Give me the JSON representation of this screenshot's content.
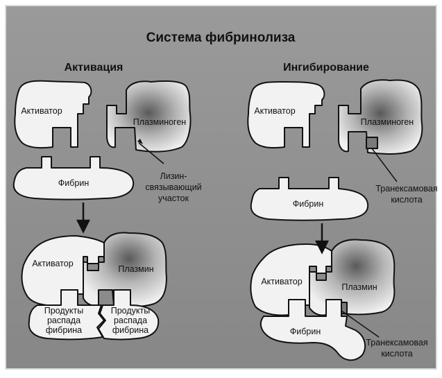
{
  "title": "Система фибринолиза",
  "activation": {
    "heading": "Активация",
    "activator": "Активатор",
    "plasminogen": "Плазминоген",
    "fibrin": "Фибрин",
    "lysine_site": [
      "Лизин-",
      "связывающий",
      "участок"
    ],
    "plasmin": "Плазмин",
    "products_left": [
      "Продукты",
      "распада",
      "фибрина"
    ],
    "products_right": [
      "Продукты",
      "распада",
      "фибрина"
    ]
  },
  "inhibition": {
    "heading": "Ингибирование",
    "activator": "Активатор",
    "plasminogen": "Плазминоген",
    "fibrin": "Фибрин",
    "tranexamic_top": [
      "Транексамовая",
      "кислота"
    ],
    "activator_bottom": "Активатор",
    "plasmin": "Плазмин",
    "fibrin_bottom": "Фибрин",
    "tranexamic_bottom": [
      "Транексамовая",
      "кислота"
    ]
  },
  "colors": {
    "background": "#8e8e8e",
    "shape_fill": "#f2f2f2",
    "outline": "#111111"
  }
}
